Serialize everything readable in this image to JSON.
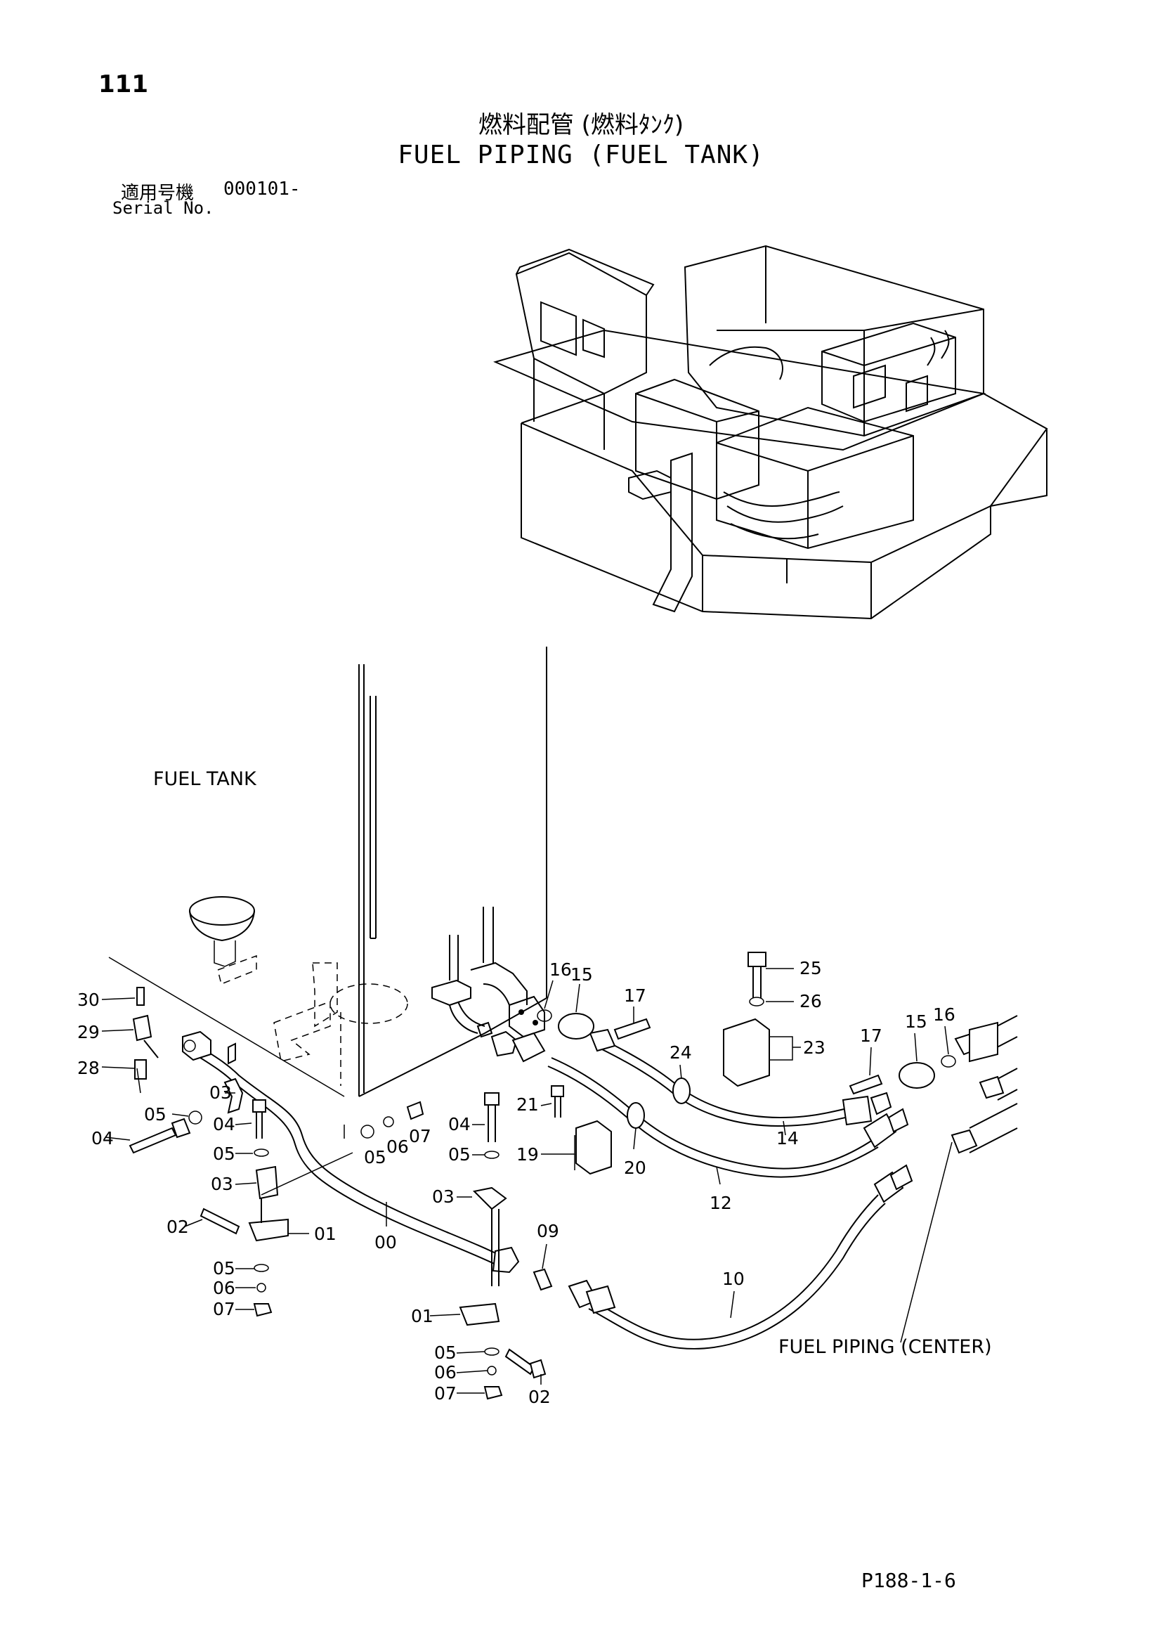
{
  "header": {
    "page_number": "111",
    "title_jp": "燃料配管 (燃料ﾀﾝｸ)",
    "title_en": "FUEL PIPING (FUEL TANK)",
    "serial_label_jp": "適用号機",
    "serial_value": "000101-",
    "serial_label_en": "Serial No."
  },
  "diagram": {
    "annotations": {
      "fuel_tank": "FUEL TANK",
      "fuel_piping_center": "FUEL PIPING (CENTER)"
    },
    "part_callouts": [
      "30",
      "29",
      "28",
      "03",
      "05",
      "04",
      "04",
      "05",
      "03",
      "02",
      "01",
      "05",
      "06",
      "07",
      "00",
      "05",
      "06",
      "07",
      "04",
      "05",
      "03",
      "21",
      "19",
      "20",
      "12",
      "16",
      "15",
      "17",
      "24",
      "14",
      "25",
      "26",
      "23",
      "17",
      "15",
      "16",
      "09",
      "10",
      "01",
      "05",
      "06",
      "07",
      "02"
    ]
  },
  "footer": {
    "code": "P188-1-6"
  }
}
